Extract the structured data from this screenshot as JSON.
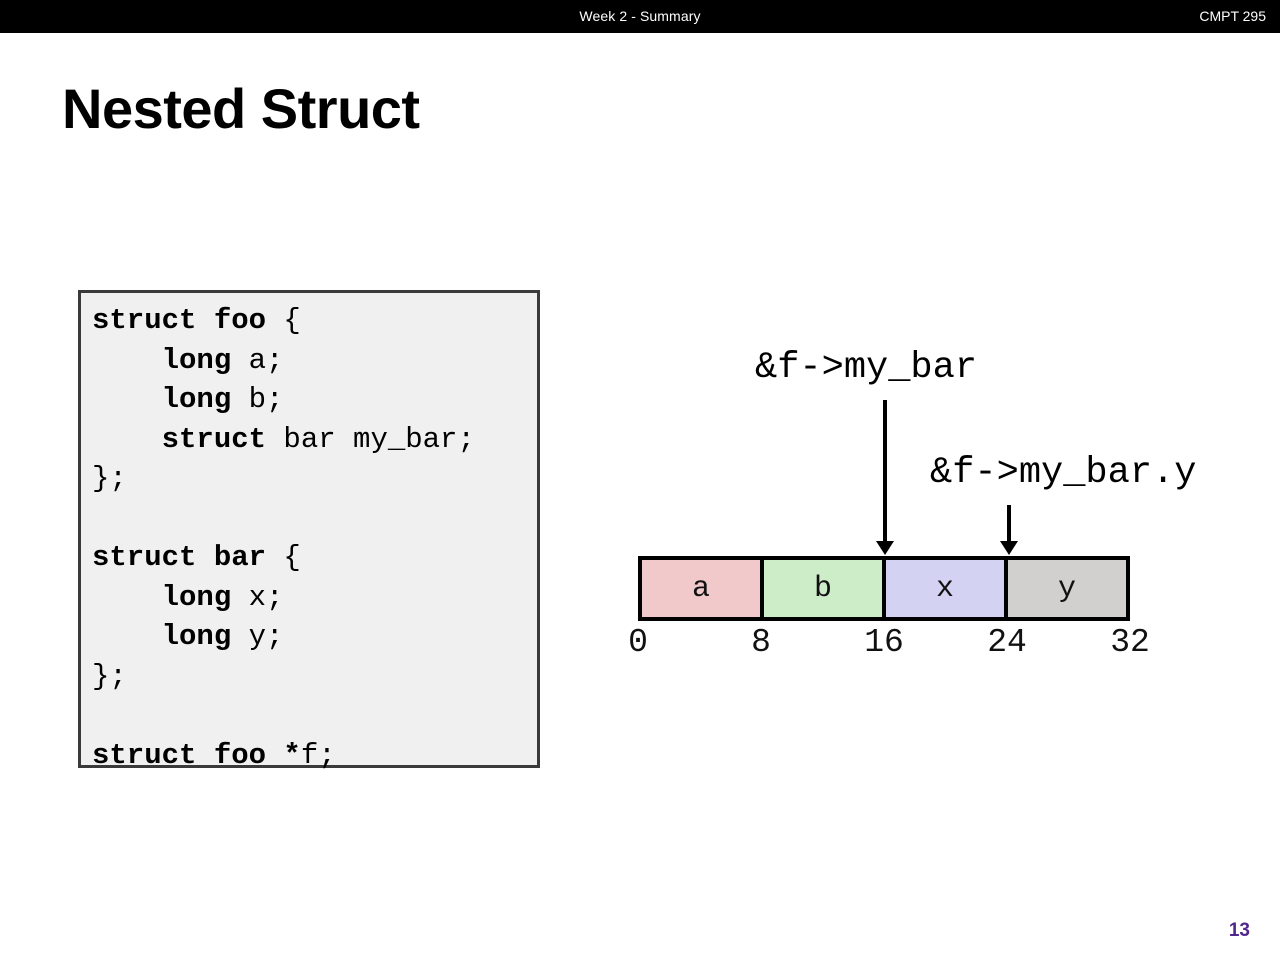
{
  "header": {
    "center_title": "Week 2 - Summary",
    "course_code": "CMPT 295"
  },
  "slide": {
    "title": "Nested Struct",
    "page_number": "13"
  },
  "colors": {
    "header_background": "#000000",
    "header_text": "#ffffff",
    "page_number": "#51268c",
    "code_background": "#f0f0f0",
    "code_border": "#3a3a3a",
    "cell_a": "#f2c9cb",
    "cell_b": "#cdecc8",
    "cell_x": "#d3d2f2",
    "cell_y": "#d2d0cf",
    "outline": "#000000"
  },
  "code": {
    "lines": [
      [
        {
          "t": "struct foo",
          "b": true
        },
        {
          "t": " {",
          "b": false
        }
      ],
      [
        {
          "t": "    long",
          "b": true
        },
        {
          "t": " a;",
          "b": false
        }
      ],
      [
        {
          "t": "    long",
          "b": true
        },
        {
          "t": " b;",
          "b": false
        }
      ],
      [
        {
          "t": "    struct",
          "b": true
        },
        {
          "t": " bar my_bar;",
          "b": false
        }
      ],
      [
        {
          "t": "};",
          "b": false
        }
      ],
      [
        {
          "t": " ",
          "b": false
        }
      ],
      [
        {
          "t": "struct bar",
          "b": true
        },
        {
          "t": " {",
          "b": false
        }
      ],
      [
        {
          "t": "    long",
          "b": true
        },
        {
          "t": " x;",
          "b": false
        }
      ],
      [
        {
          "t": "    long",
          "b": true
        },
        {
          "t": " y;",
          "b": false
        }
      ],
      [
        {
          "t": "};",
          "b": false
        }
      ],
      [
        {
          "t": " ",
          "b": false
        }
      ],
      [
        {
          "t": "struct foo *",
          "b": true
        },
        {
          "t": "f;",
          "b": false
        }
      ]
    ]
  },
  "diagram": {
    "pointer_labels": [
      {
        "text": "&f->my_bar",
        "target_offset": "16"
      },
      {
        "text": "&f->my_bar.y",
        "target_offset": "24"
      }
    ],
    "cells": [
      {
        "label": "a",
        "color": "#f2c9cb",
        "start": 0,
        "end": 8
      },
      {
        "label": "b",
        "color": "#cdecc8",
        "start": 8,
        "end": 16
      },
      {
        "label": "x",
        "color": "#d3d2f2",
        "start": 16,
        "end": 24
      },
      {
        "label": "y",
        "color": "#d2d0cf",
        "start": 24,
        "end": 32
      }
    ],
    "offsets": [
      "0",
      "8",
      "16",
      "24",
      "32"
    ]
  }
}
